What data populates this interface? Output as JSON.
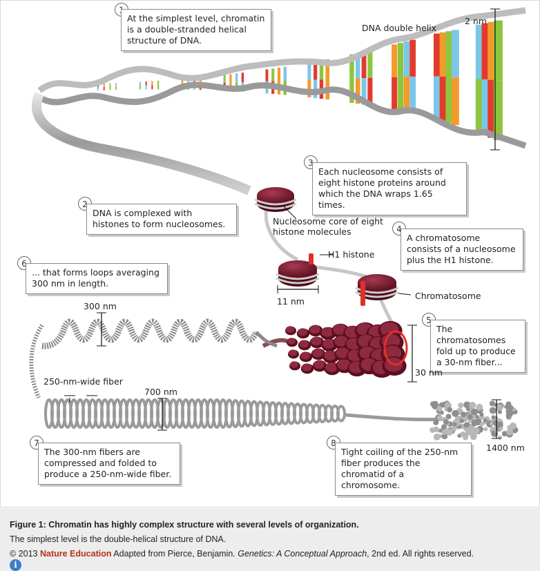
{
  "callouts": [
    {
      "num": "1",
      "text": "At the simplest level, chromatin is a double-stranded helical structure of DNA."
    },
    {
      "num": "2",
      "text": "DNA is complexed with histones to form nucleosomes."
    },
    {
      "num": "3",
      "text": "Each nucleosome consists of eight histone proteins around which the DNA wraps 1.65 times."
    },
    {
      "num": "4",
      "text": "A chromatosome consists of a nucleosome plus the H1 histone."
    },
    {
      "num": "5",
      "text": "The chromatosomes fold up to produce a 30-nm fiber..."
    },
    {
      "num": "6",
      "text": "... that forms loops averaging 300 nm in length."
    },
    {
      "num": "7",
      "text": "The 300-nm fibers are compressed and folded to produce a 250-nm-wide fiber."
    },
    {
      "num": "8",
      "text": "Tight coiling of the 250-nm fiber produces the chromatid of a chromosome."
    }
  ],
  "labels": {
    "dna_double_helix": "DNA double helix",
    "two_nm": "2 nm",
    "nucleosome_core": "Nucleosome core of eight histone molecules",
    "h1_histone": "H1 histone",
    "eleven_nm": "11 nm",
    "chromatosome": "Chromatosome",
    "three_hundred_nm": "300 nm",
    "thirty_nm": "30 nm",
    "fiber_250": "250-nm-wide fiber",
    "seven_hundred_nm": "700 nm",
    "fourteen_hundred_nm": "1400 nm"
  },
  "caption": {
    "title": "Figure 1: Chromatin has highly complex structure with several levels of organization.",
    "line2": "The simplest level is the double-helical structure of DNA.",
    "copyright_prefix": "© 2013",
    "brand": "Nature Education",
    "adapted": "Adapted from Pierce, Benjamin.",
    "book": "Genetics: A Conceptual Approach",
    "rights": ", 2nd ed. All rights reserved."
  },
  "icons": {
    "info": "info-icon"
  },
  "colors": {
    "histone": "#7a1a2e",
    "h1": "#e0302a",
    "brand": "#b5301a",
    "caption_bg": "#ededed"
  }
}
